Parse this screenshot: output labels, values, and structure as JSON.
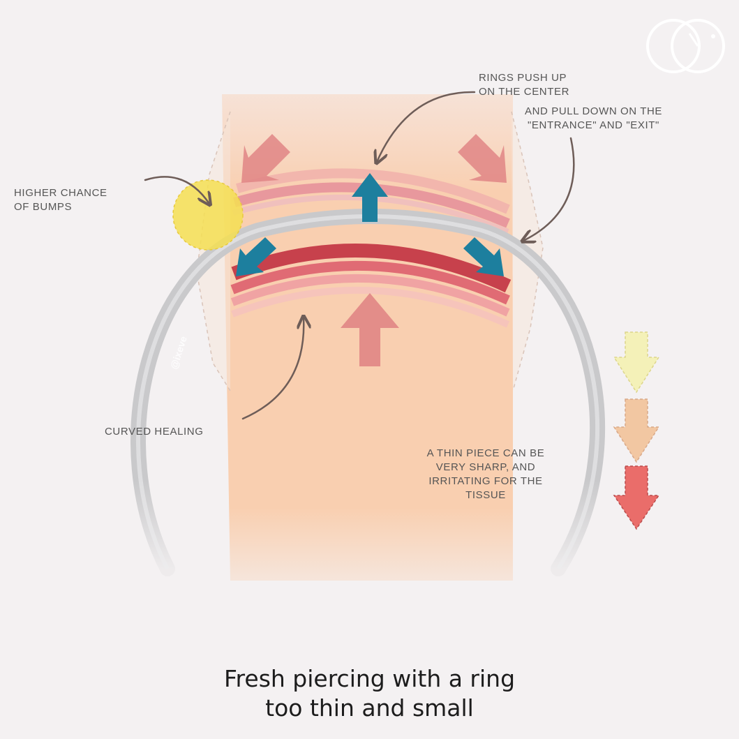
{
  "labels": {
    "rings_push_line1": "RINGS PUSH UP",
    "rings_push_line2": "ON THE CENTER",
    "pull_down_line1": "AND PULL DOWN ON THE",
    "pull_down_line2": "\"ENTRANCE\" AND \"EXIT\"",
    "bumps_line1": "HIGHER CHANCE",
    "bumps_line2": "OF BUMPS",
    "curved_healing": "CURVED HEALING",
    "thin_piece_line1": "A THIN PIECE CAN BE",
    "thin_piece_line2": "VERY SHARP, AND",
    "thin_piece_line3": "IRRITATING FOR THE",
    "thin_piece_line4": "TISSUE",
    "ring_watermark": "@ixeve"
  },
  "caption": {
    "line1": "Fresh piercing with a ring",
    "line2": "too thin and small"
  },
  "logo": {
    "name": "double-ring-logo"
  },
  "colors": {
    "background": "#f4f1f2",
    "tissue": "#f9cfb0",
    "ring": "#c9c9cb",
    "push_arrow": "#1d7f9e",
    "pressure_arrow": "#e08585",
    "bump": "#f4df52",
    "inflamed_band": "#c7414c",
    "scale_yellow": "#f4f1b8",
    "scale_peach": "#f2c7a2",
    "scale_red": "#ea6d6a"
  }
}
